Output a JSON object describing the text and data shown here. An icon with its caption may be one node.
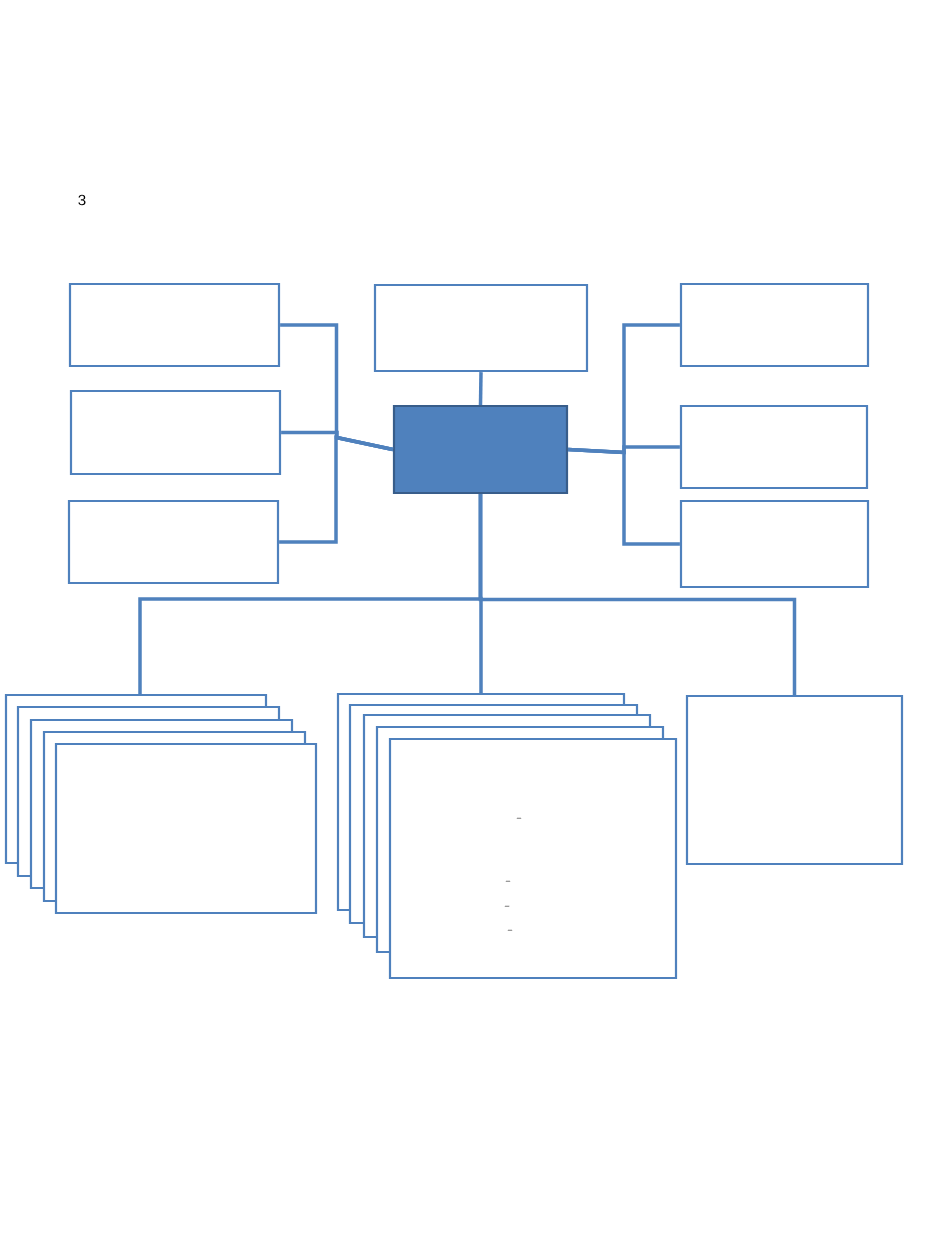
{
  "diagram": {
    "nodes": [
      {
        "text": [],
        "shape": "box"
      },
      {
        "text": [],
        "shape": "box"
      },
      {
        "text": [],
        "shape": "box"
      },
      {
        "text": [],
        "shape": "box"
      },
      {
        "text": [],
        "shape": "box"
      },
      {
        "text": [],
        "shape": "box"
      },
      {
        "text": [],
        "shape": "box"
      },
      {
        "text": [],
        "shape": "box"
      },
      {
        "text": [],
        "shape": "box"
      },
      {
        "text": [],
        "shape": "box"
      },
      {
        "text": [],
        "shape": "box"
      },
      {
        "text": [],
        "shape": "box"
      },
      {
        "text": [],
        "shape": "box"
      },
      {
        "text": [],
        "shape": "box"
      },
      {
        "text": [],
        "shape": "box"
      },
      {
        "text": [],
        "shape": "box"
      },
      {
        "text": [],
        "shape": "box"
      },
      {
        "text": [],
        "shape": "box"
      },
      {
        "text": [],
        "shape": "box"
      }
    ],
    "edges": [
      {
        "from": 0,
        "to": 4,
        "arrow": "none"
      },
      {
        "from": 3,
        "to": 4,
        "arrow": "none"
      },
      {
        "from": 6,
        "to": 4,
        "arrow": "none"
      },
      {
        "from": 1,
        "to": 4,
        "arrow": "none"
      },
      {
        "from": 2,
        "to": 4,
        "arrow": "none"
      },
      {
        "from": 5,
        "to": 4,
        "arrow": "none"
      },
      {
        "from": 7,
        "to": 4,
        "arrow": "none"
      },
      {
        "from": 4,
        "to": 8,
        "arrow": "none"
      },
      {
        "from": 4,
        "to": 13,
        "arrow": "none"
      },
      {
        "from": 4,
        "to": 18,
        "arrow": "none"
      }
    ],
    "labels": [
      "3",
      "–",
      "–",
      "–",
      "–"
    ]
  }
}
